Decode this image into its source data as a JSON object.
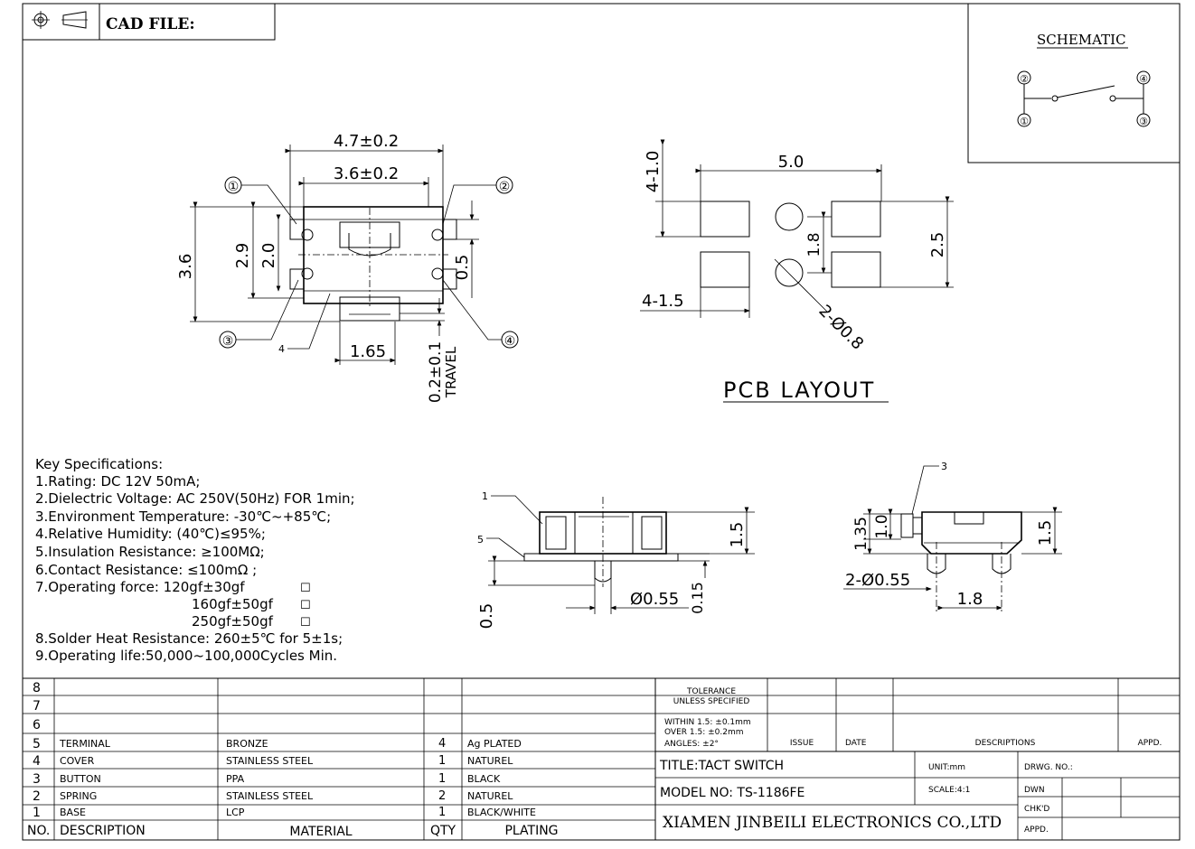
{
  "header": {
    "cad_label": "CAD FILE:"
  },
  "schematic": {
    "title": "SCHEMATIC",
    "pins": [
      "②",
      "④",
      "①",
      "③"
    ]
  },
  "top_view": {
    "dim_width_outer": "4.7±0.2",
    "dim_width_inner": "3.6±0.2",
    "dim_height": "3.6",
    "dim_29": "2.9",
    "dim_20": "2.0",
    "dim_05": "0.5",
    "dim_165": "1.65",
    "travel_value": "0.2±0.1",
    "travel_label": "TRAVEL",
    "callouts": [
      "①",
      "②",
      "③",
      "④",
      "4"
    ]
  },
  "pcb": {
    "title": "PCB LAYOUT",
    "dim_top": "5.0",
    "dim_pad_w": "4-1.0",
    "dim_pad_h": "4-1.5",
    "dim_18": "1.8",
    "dim_25": "2.5",
    "dim_hole": "2-Ø0.8"
  },
  "specs": {
    "heading": "Key Specifications:",
    "lines": [
      "1.Rating: DC 12V 50mA;",
      "2.Dielectric Voltage: AC 250V(50Hz) FOR 1min;",
      "3.Environment Temperature: -30℃~+85℃;",
      "4.Relative Humidity: (40℃)≤95%;",
      "5.Insulation Resistance: ≥100MΩ;",
      "6.Contact Resistance: ≤100mΩ ;",
      "7.Operating force:  120gf±30gf",
      "160gf±50gf",
      "250gf±50gf",
      "8.Solder Heat Resistance: 260±5℃ for 5±1s;",
      "9.Operating life:50,000~100,000Cycles Min."
    ],
    "checkbox": "☐"
  },
  "side_view": {
    "callout_1": "1",
    "callout_5": "5",
    "dim_15": "1.5",
    "dim_055": "Ø0.55",
    "dim_015": "0.15",
    "dim_05": "0.5"
  },
  "end_view": {
    "callout_3": "3",
    "dim_135": "1.35",
    "dim_10": "1.0",
    "dim_15": "1.5",
    "dim_hole": "2-Ø0.55",
    "dim_18": "1.8"
  },
  "bom": {
    "rows": [
      {
        "no": "8",
        "desc": "",
        "mat": "",
        "qty": "",
        "plating": ""
      },
      {
        "no": "7",
        "desc": "",
        "mat": "",
        "qty": "",
        "plating": ""
      },
      {
        "no": "6",
        "desc": "",
        "mat": "",
        "qty": "",
        "plating": ""
      },
      {
        "no": "5",
        "desc": "TERMINAL",
        "mat": "BRONZE",
        "qty": "4",
        "plating": "Ag PLATED"
      },
      {
        "no": "4",
        "desc": "COVER",
        "mat": "STAINLESS STEEL",
        "qty": "1",
        "plating": "NATUREL"
      },
      {
        "no": "3",
        "desc": "BUTTON",
        "mat": "PPA",
        "qty": "1",
        "plating": "BLACK"
      },
      {
        "no": "2",
        "desc": "SPRING",
        "mat": "STAINLESS STEEL",
        "qty": "2",
        "plating": "NATUREL"
      },
      {
        "no": "1",
        "desc": "BASE",
        "mat": "LCP",
        "qty": "1",
        "plating": "BLACK/WHITE"
      }
    ],
    "header": {
      "no": "NO.",
      "desc": "DESCRIPTION",
      "mat": "MATERIAL",
      "qty": "QTY",
      "plating": "PLATING"
    }
  },
  "title_block": {
    "tolerance_1": "TOLERANCE",
    "tolerance_2": "UNLESS SPECIFIED",
    "within": "WITHIN 1.5: ±0.1mm",
    "over": "OVER 1.5:  ±0.2mm",
    "angles": "ANGLES: ±2°",
    "issue": "ISSUE",
    "date": "DATE",
    "descriptions": "DESCRIPTIONS",
    "appd": "APPD.",
    "title": "TITLE:TACT SWITCH",
    "unit": "UNIT:mm",
    "drwg": "DRWG. NO.:",
    "model": "MODEL NO: TS-1186FE",
    "scale": "SCALE:4:1",
    "dwn": "DWN",
    "chkd": "CHK'D",
    "appd2": "APPD.",
    "company": "XIAMEN JINBEILI ELECTRONICS CO.,LTD"
  }
}
